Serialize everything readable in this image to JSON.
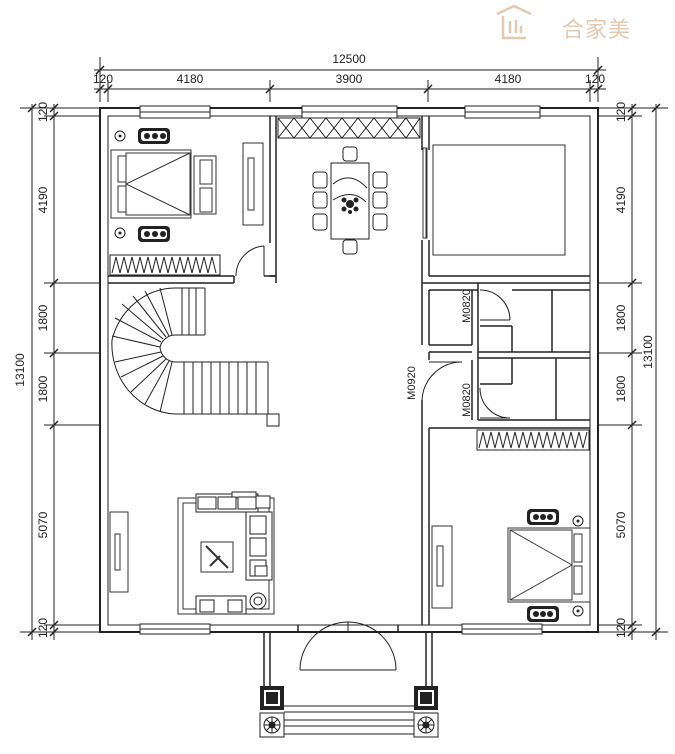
{
  "brand": {
    "logo_text": "合家美"
  },
  "dimensions": {
    "total_width": "12500",
    "total_depth": "13100",
    "top_edge_left": "120",
    "top_span_1": "4180",
    "top_span_2": "3900",
    "top_span_3": "4180",
    "top_edge_right": "120",
    "left_edge_top": "120",
    "left_span_1": "4190",
    "left_span_2": "1800",
    "left_span_3": "1800",
    "left_span_4": "5070",
    "left_edge_bottom": "120",
    "right_edge_top": "120",
    "right_span_1": "4190",
    "right_span_2": "1800",
    "right_span_3": "1800",
    "right_span_4": "5070",
    "right_edge_bottom": "120"
  },
  "door_labels": {
    "door_upper": "M0820",
    "door_main": "M0920",
    "door_lower": "M0820"
  },
  "colors": {
    "line": "#222222",
    "logo": "#e3c9b2"
  }
}
